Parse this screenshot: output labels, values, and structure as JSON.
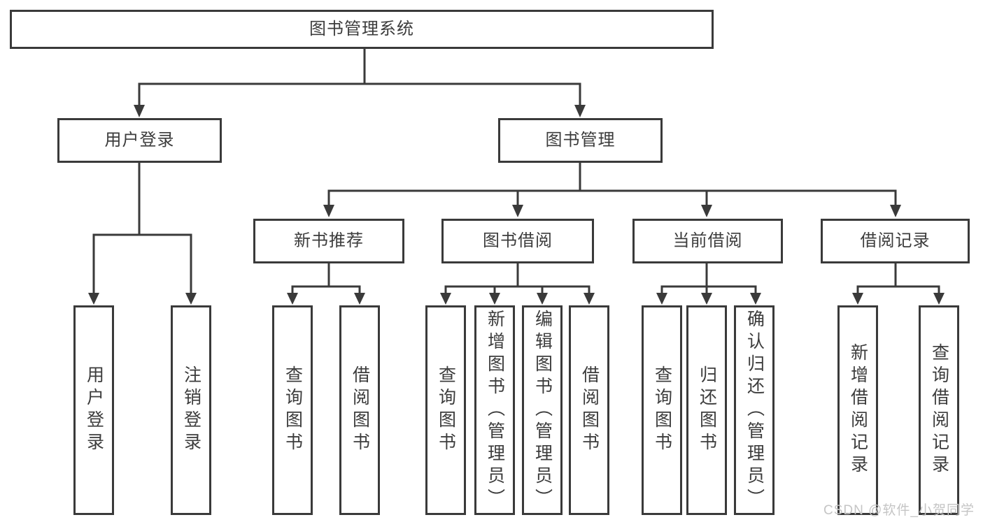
{
  "diagram": {
    "root": {
      "label": "图书管理系统"
    },
    "branches": [
      {
        "label": "用户登录",
        "children": [
          {
            "label": "用户登录"
          },
          {
            "label": "注销登录"
          }
        ]
      },
      {
        "label": "图书管理",
        "children": [
          {
            "label": "新书推荐",
            "children": [
              {
                "label": "查询图书"
              },
              {
                "label": "借阅图书"
              }
            ]
          },
          {
            "label": "图书借阅",
            "children": [
              {
                "label": "查询图书"
              },
              {
                "label": "新增图书（管理员）"
              },
              {
                "label": "编辑图书（管理员）"
              },
              {
                "label": "借阅图书"
              }
            ]
          },
          {
            "label": "当前借阅",
            "children": [
              {
                "label": "查询图书"
              },
              {
                "label": "归还图书"
              },
              {
                "label": "确认归还（管理员）"
              }
            ]
          },
          {
            "label": "借阅记录",
            "children": [
              {
                "label": "新增借阅记录"
              },
              {
                "label": "查询借阅记录"
              }
            ]
          }
        ]
      }
    ]
  },
  "watermark": {
    "text": "CSDN @软件_小贺同学"
  },
  "colors": {
    "line": "#3a3a3a",
    "text": "#3c3c3c",
    "background": "#ffffff",
    "watermark": "#c5c5c5"
  }
}
